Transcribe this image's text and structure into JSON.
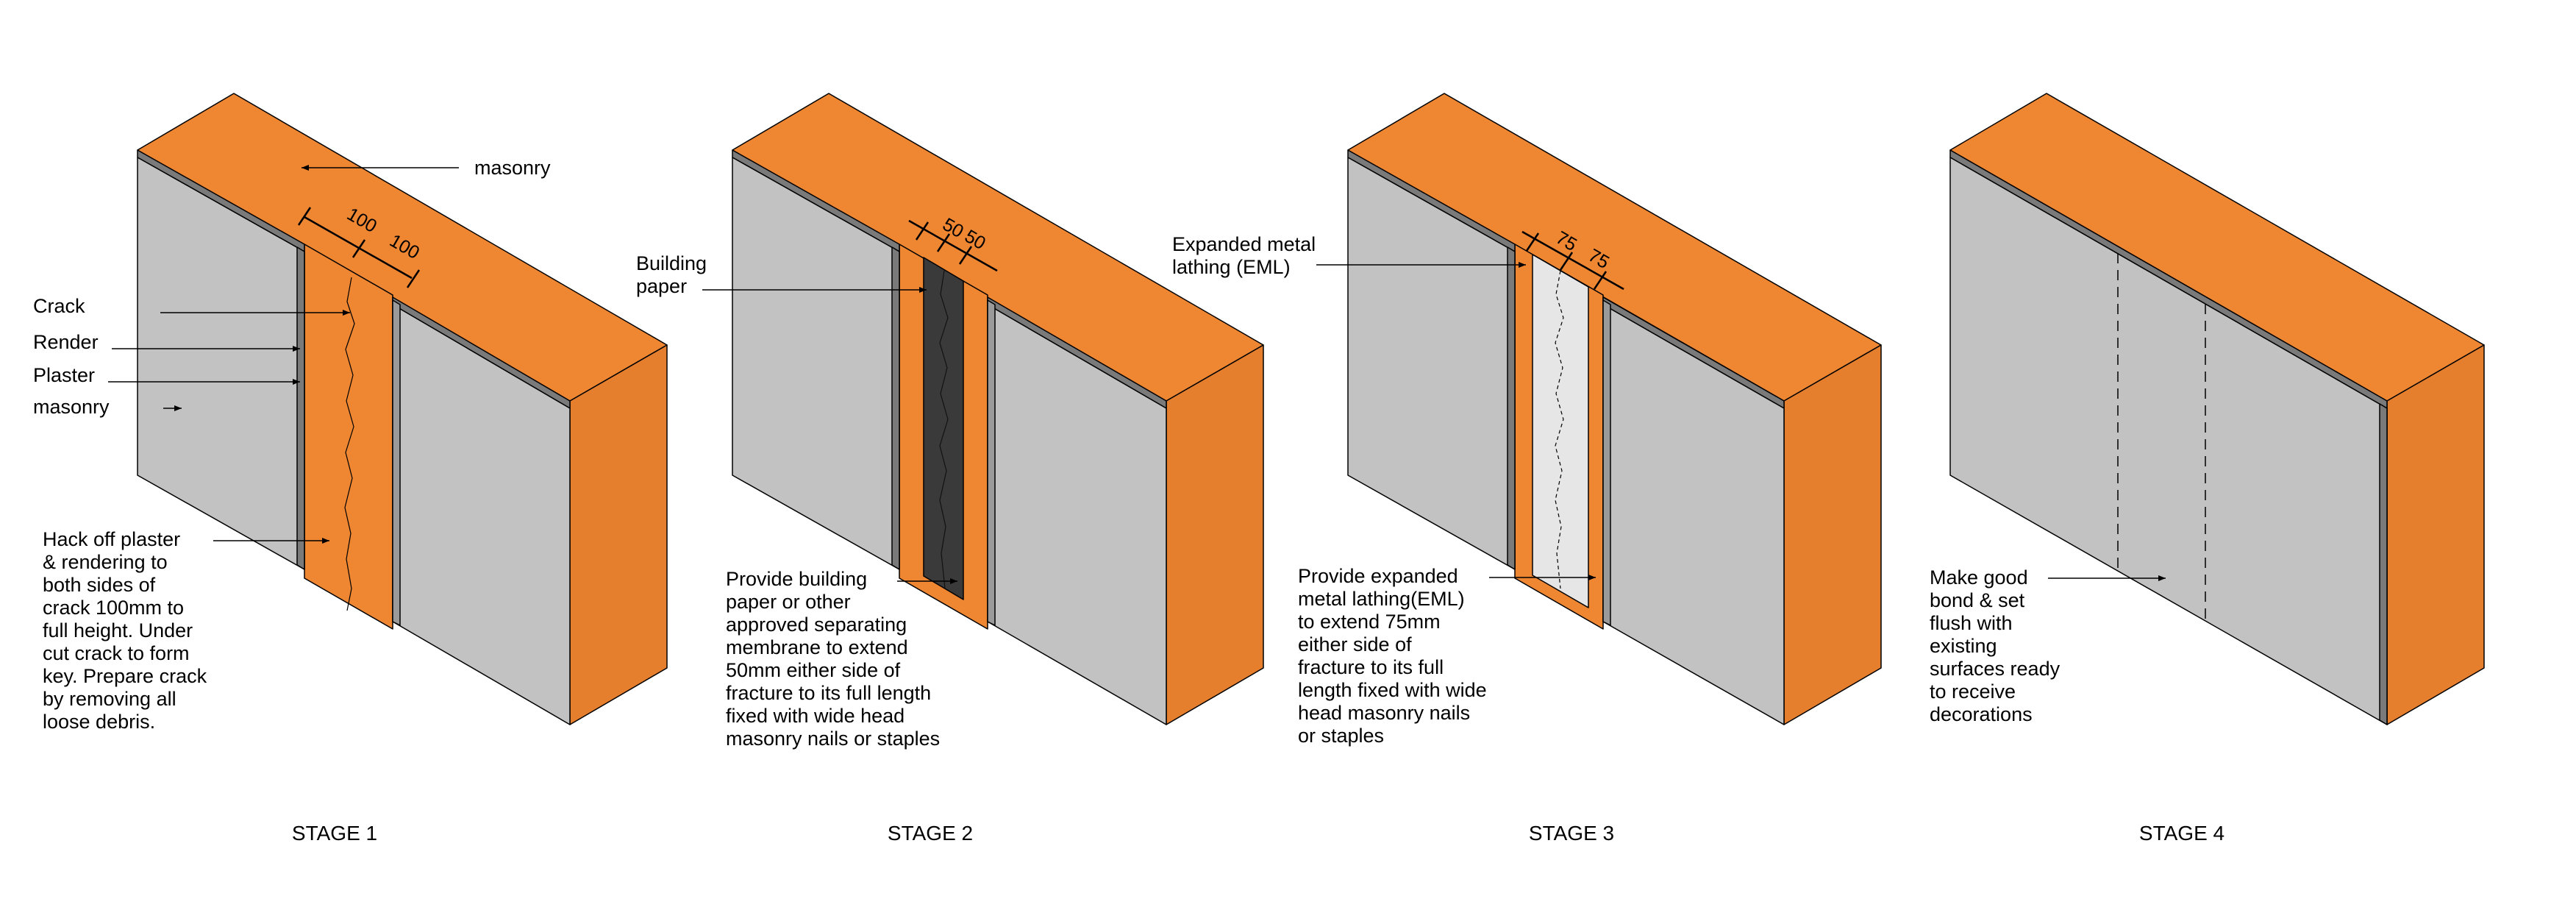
{
  "colors": {
    "masonry": "#EE8632",
    "masonry_side": "#E57F2D",
    "plaster": "#C2C2C2",
    "render": "#7A7A7A",
    "building_paper": "#3A3A3A",
    "eml": "#E6E6E6",
    "outline": "#000000"
  },
  "stage1": {
    "caption": "STAGE 1",
    "label_masonry_top": "masonry",
    "label_crack": "Crack",
    "label_render": "Render",
    "label_plaster": "Plaster",
    "label_masonry": "masonry",
    "dim_a": "100",
    "dim_b": "100",
    "note": [
      "Hack off plaster",
      "& rendering to",
      "both sides of",
      "crack 100mm to",
      "full height. Under",
      "cut crack to form",
      "key. Prepare crack",
      "by removing all",
      "loose debris."
    ]
  },
  "stage2": {
    "caption": "STAGE 2",
    "label_paper": [
      "Building",
      "paper"
    ],
    "dim_a": "50",
    "dim_b": "50",
    "note": [
      "Provide building",
      "paper or other",
      "approved separating",
      "membrane to extend",
      "50mm either side of",
      "fracture to its full length",
      "fixed with wide head",
      "masonry nails or staples"
    ]
  },
  "stage3": {
    "caption": "STAGE 3",
    "label_eml": [
      "Expanded metal",
      "lathing (EML)"
    ],
    "dim_a": "75",
    "dim_b": "75",
    "note": [
      "Provide expanded",
      "metal lathing(EML)",
      "to extend 75mm",
      "either side of",
      "fracture to its full",
      "length fixed with wide",
      "head masonry nails",
      "or staples"
    ]
  },
  "stage4": {
    "caption": "STAGE 4",
    "note": [
      "Make good",
      "bond & set",
      "flush with",
      "existing",
      "surfaces ready",
      "to receive",
      "decorations"
    ]
  }
}
